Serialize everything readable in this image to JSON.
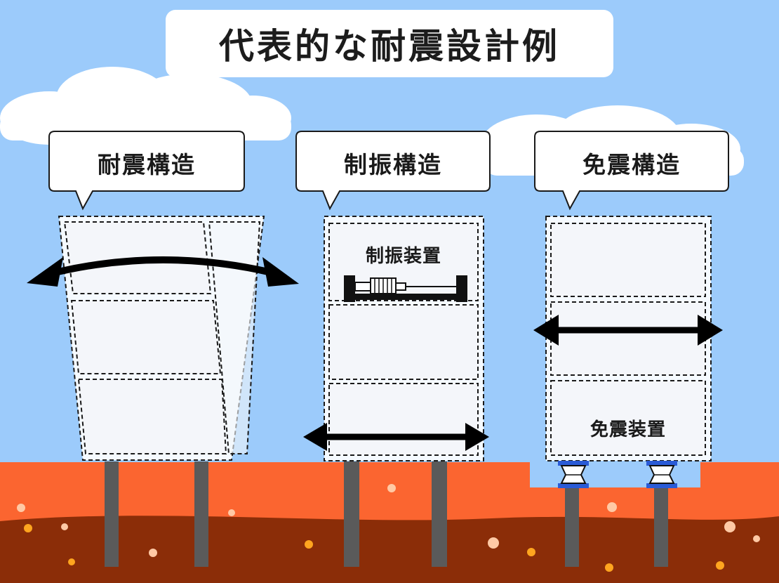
{
  "title": "代表的な耐震設計例",
  "panels": [
    {
      "label": "耐震構造"
    },
    {
      "label": "制振構造",
      "device_label": "制振装置"
    },
    {
      "label": "免震構造",
      "device_label": "免震装置"
    }
  ],
  "colors": {
    "sky": "#9ccbfb",
    "ground_top": "#fb6530",
    "ground_bottom": "#8b2d08",
    "pile": "#5a5a5a",
    "arrow": "#000000",
    "isolator": "#2a5bd7"
  },
  "icons": [
    "damper-icon",
    "isolator-icon",
    "sway-arrow-icon",
    "horizontal-arrow-icon"
  ]
}
